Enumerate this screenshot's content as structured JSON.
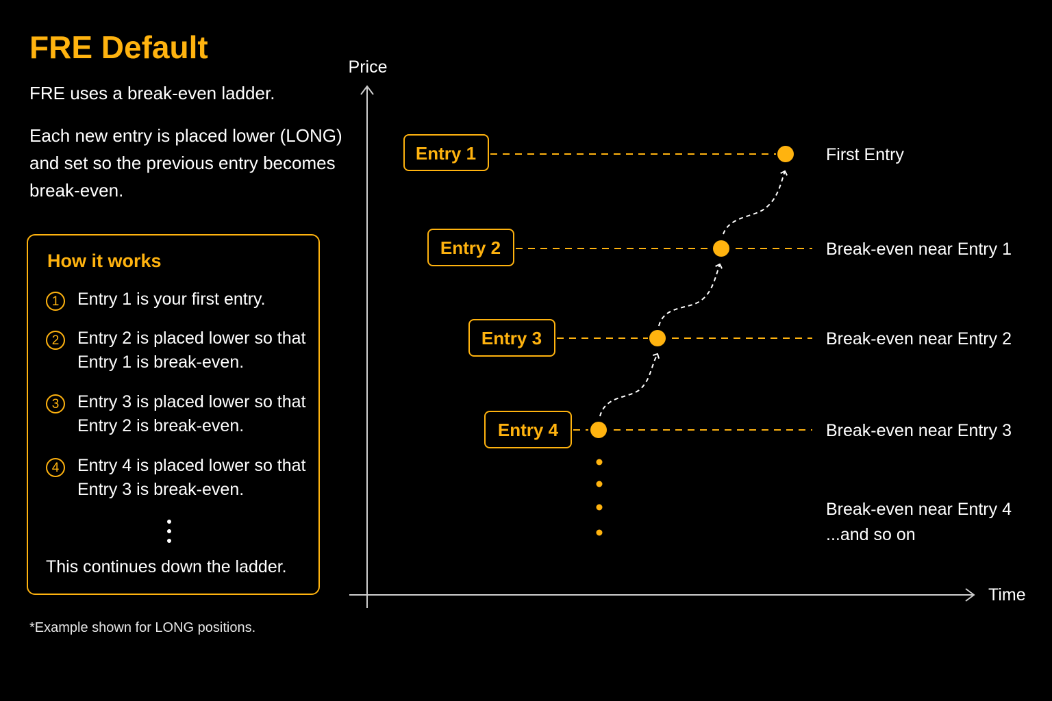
{
  "title": "FRE Default",
  "subtitle": "FRE uses a break-even ladder.",
  "description": "Each new entry is placed lower (LONG) and set so the previous entry becomes break-even.",
  "how_it_works": {
    "title": "How it works",
    "steps": [
      {
        "num": "1",
        "text": "Entry 1 is your first entry."
      },
      {
        "num": "2",
        "text": "Entry 2 is placed lower so that Entry 1 is break-even."
      },
      {
        "num": "3",
        "text": "Entry 3 is placed lower so that Entry 2 is break-even."
      },
      {
        "num": "4",
        "text": "Entry 4 is placed lower so that Entry 3 is break-even."
      }
    ],
    "continuation": "This continues down the ladder."
  },
  "footnote": "*Example shown for LONG positions.",
  "diagram": {
    "y_axis_label": "Price",
    "x_axis_label": "Time",
    "entries": [
      {
        "label": "Entry 1",
        "side_label": "First Entry"
      },
      {
        "label": "Entry 2",
        "side_label": "Break-even near Entry 1"
      },
      {
        "label": "Entry 3",
        "side_label": "Break-even near Entry 2"
      },
      {
        "label": "Entry 4",
        "side_label": "Break-even near Entry 3"
      }
    ],
    "trailing_labels": [
      "Break-even near Entry 4",
      "...and so on"
    ]
  },
  "colors": {
    "accent": "#FFB30F",
    "background": "#000000",
    "text": "#FFFFFF"
  }
}
